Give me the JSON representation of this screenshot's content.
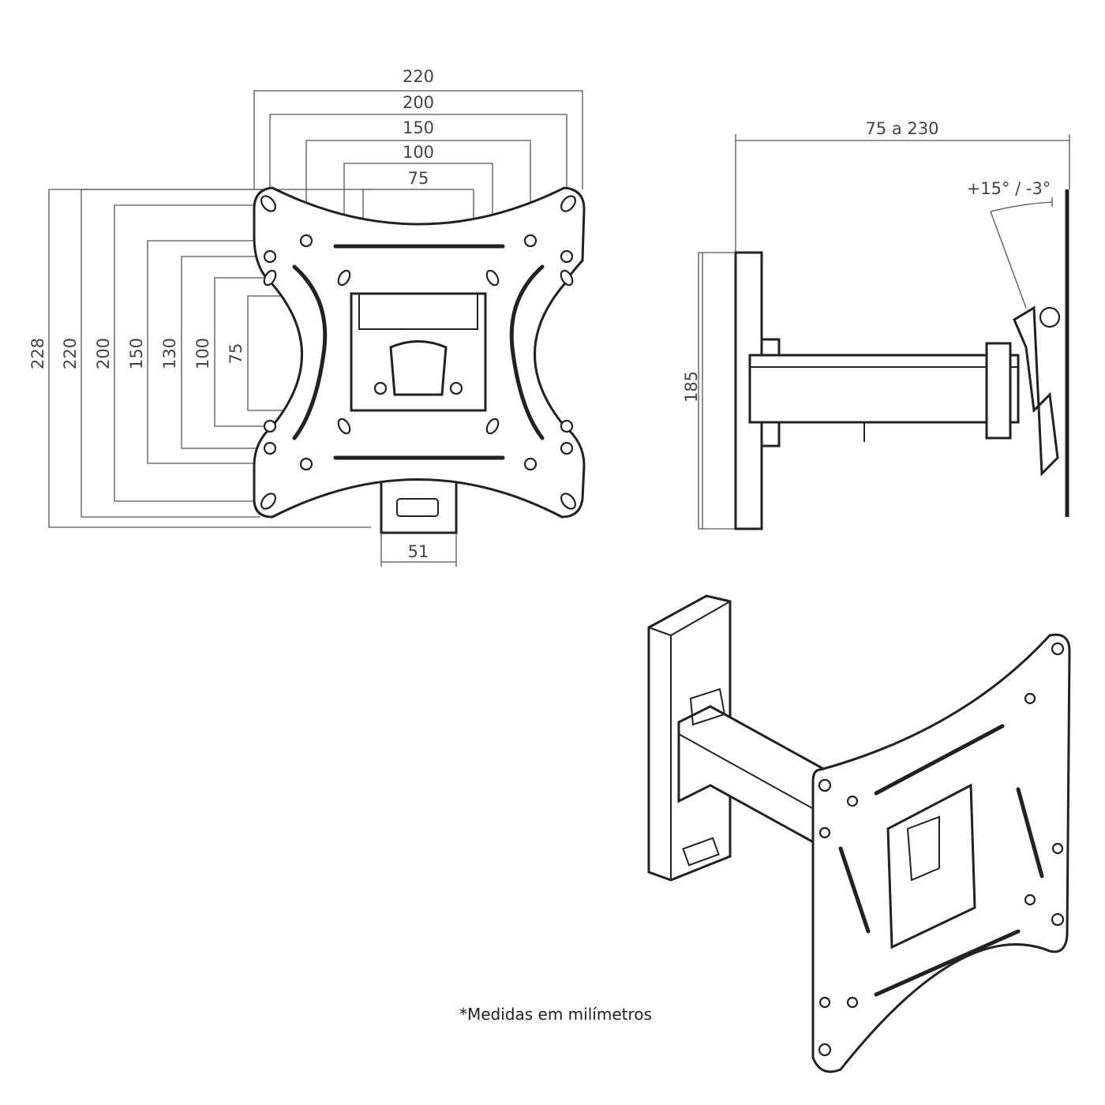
{
  "front_view": {
    "width_dims": [
      "220",
      "200",
      "150",
      "100",
      "75"
    ],
    "height_dims": [
      "228",
      "220",
      "200",
      "150",
      "130",
      "100",
      "75"
    ],
    "bracket_width": "51"
  },
  "side_view": {
    "depth_range": "75 a 230",
    "tilt": "+15° / -3°",
    "wall_plate_height": "185"
  },
  "footnote": "*Medidas em milímetros"
}
